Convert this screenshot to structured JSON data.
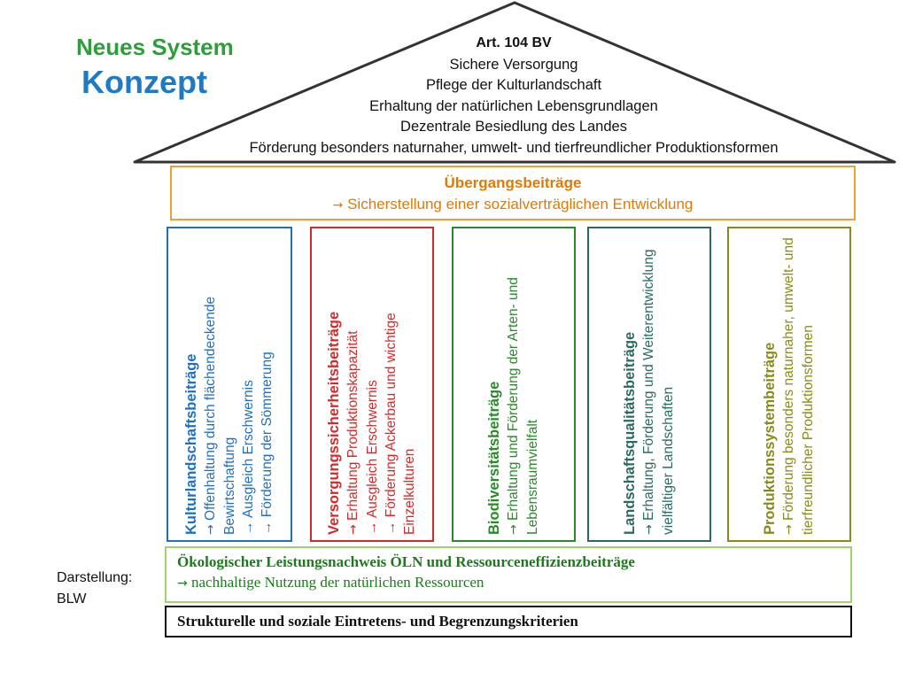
{
  "title": {
    "line1": "Neues System",
    "line2": "Konzept"
  },
  "roof": {
    "heading": "Art. 104 BV",
    "lines": [
      "Sichere Versorgung",
      "Pflege der Kulturlandschaft",
      "Erhaltung der natürlichen Lebensgrundlagen",
      "Dezentrale Besiedlung des Landes",
      "Förderung besonders naturnaher, umwelt- und tierfreundlicher Produktionsformen"
    ]
  },
  "transition": {
    "title": "Übergangsbeiträge",
    "arrow": "→",
    "text": "Sicherstellung einer sozialverträglichen Entwicklung"
  },
  "pillars": [
    {
      "title": "Kulturlandschaftsbeiträge",
      "arrow": "→",
      "lines": [
        "Offenhaltung durch flächendeckende Bewirtschaftung",
        "→ Ausgleich Erschwernis",
        "→ Förderung der Sömmerung"
      ],
      "color": "#1f6fc4"
    },
    {
      "title": "Versorgungssicherheitsbeiträge",
      "arrow": "→",
      "lines": [
        "Erhaltung Produktionskapazität",
        "→ Ausgleich Erschwernis",
        "→ Förderung Ackerbau und wichtige Einzelkulturen"
      ],
      "color": "#d62a2a"
    },
    {
      "title": "Biodiversitätsbeiträge",
      "arrow": "→",
      "lines": [
        "Erhaltung und Förderung der Arten- und Lebensraumvielfalt"
      ],
      "color": "#2a8a2a"
    },
    {
      "title": "Landschaftsqualitätsbeiträge",
      "arrow": "→",
      "lines": [
        "Erhaltung, Förderung und Weiterentwicklung vielfältiger Landschaften"
      ],
      "color": "#2a6a62"
    },
    {
      "title": "Produktionssystembeiträge",
      "arrow": "→",
      "lines": [
        "Förderung besonders naturnaher, umwelt- und tierfreundlicher Produktionsformen"
      ],
      "color": "#8a8a1a"
    }
  ],
  "oln": {
    "title": "Ökologischer Leistungsnachweis ÖLN und Ressourceneffizienzbeiträge",
    "arrow": "→",
    "text": "nachhaltige Nutzung der natürlichen Ressourcen"
  },
  "structural": {
    "text": "Strukturelle und soziale Eintretens- und Begrenzungskriterien"
  },
  "credit": {
    "line1": "Darstellung:",
    "line2": "BLW"
  },
  "colors": {
    "roof_stroke": "#333333",
    "transition": "#f0a030",
    "oln": "#9fd36b",
    "structural": "#111111"
  }
}
